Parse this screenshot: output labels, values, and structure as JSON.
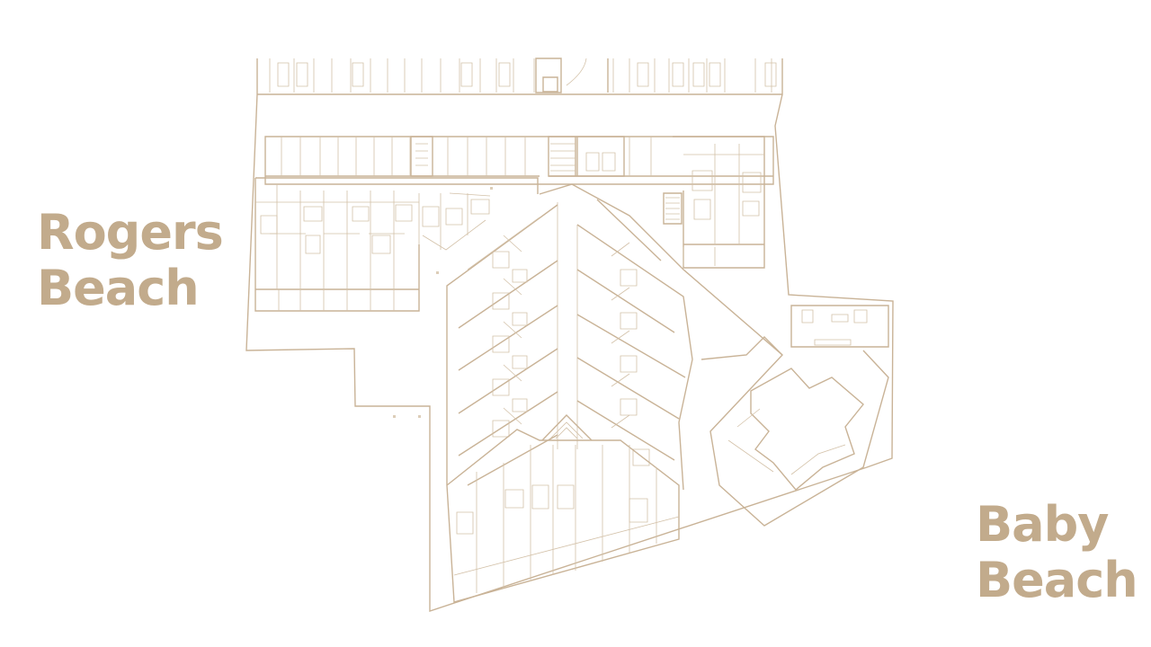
{
  "labels": {
    "left_line1": "Rogers",
    "left_line2": "Beach",
    "right_line1": "Baby",
    "right_line2": "Beach"
  },
  "colors": {
    "label": "#c2ab8c",
    "lines": "#c9b397",
    "background": "#ffffff"
  }
}
